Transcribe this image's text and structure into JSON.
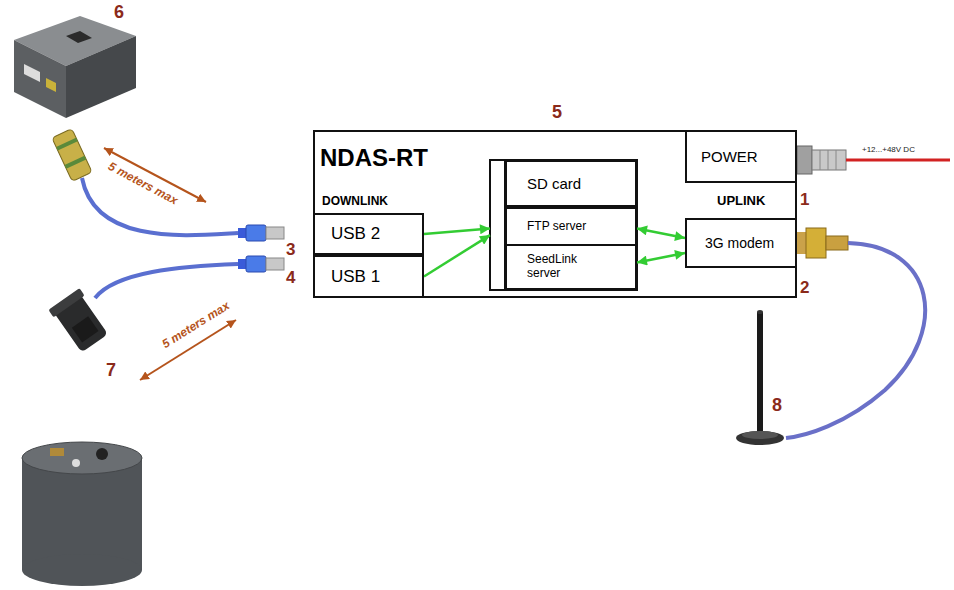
{
  "diagram": {
    "nodes": [
      {
        "text": [
          "NDAS-RT",
          "DOWNLINK",
          "UPLINK"
        ]
      },
      {
        "text": [
          "USB 2"
        ],
        "in": 0
      },
      {
        "text": [
          "USB 1"
        ],
        "in": 0
      },
      {
        "text": [
          "SD card"
        ],
        "in": 0
      },
      {
        "text": [
          "FTP server"
        ],
        "in": 0
      },
      {
        "text": [
          "SeedLink server"
        ],
        "in": 0
      },
      {
        "text": [
          "POWER"
        ],
        "in": 0
      },
      {
        "text": [
          "3G modem"
        ],
        "in": 0
      }
    ],
    "edges": [
      {
        "from": 1,
        "to": 4,
        "arrow": "to"
      },
      {
        "from": 2,
        "to": 4,
        "arrow": "to"
      },
      {
        "from": 4,
        "to": 7,
        "arrow": "both"
      },
      {
        "from": 5,
        "to": 7,
        "arrow": "both"
      }
    ],
    "labels": [
      "6",
      "5 meters max",
      "3",
      "5 meters max",
      "4",
      "5",
      "+12...+48V DC",
      "1",
      "2",
      "7",
      "8"
    ]
  }
}
